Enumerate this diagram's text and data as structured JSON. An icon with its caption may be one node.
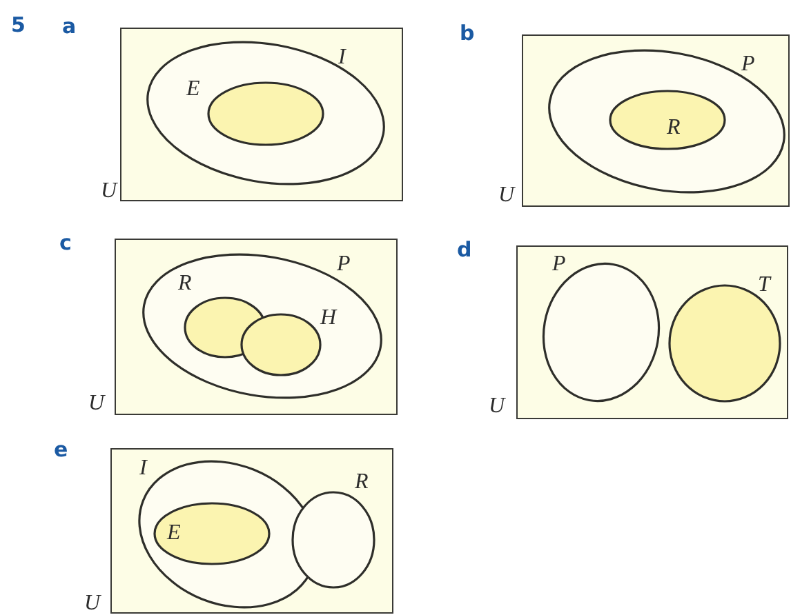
{
  "diagram": {
    "nodes": [
      {
        "text": [
          "U"
        ]
      },
      {
        "text": [
          "I"
        ],
        "in": 0
      },
      {
        "text": [
          "E"
        ],
        "in": 1
      },
      {
        "text": [
          "U"
        ]
      },
      {
        "text": [
          "P"
        ],
        "in": 3
      },
      {
        "text": [
          "R"
        ],
        "in": 4
      },
      {
        "text": [
          "U"
        ]
      },
      {
        "text": [
          "P"
        ],
        "in": 6
      },
      {
        "text": [
          "R"
        ],
        "in": 7
      },
      {
        "text": [
          "H"
        ],
        "in": 7
      },
      {
        "text": [
          "U"
        ]
      },
      {
        "text": [
          "P"
        ],
        "in": 10
      },
      {
        "text": [
          "T"
        ],
        "in": 10
      },
      {
        "text": [
          "U"
        ]
      },
      {
        "text": [
          "I"
        ],
        "in": 13
      },
      {
        "text": [
          "E"
        ],
        "in": 14
      },
      {
        "text": [
          "R"
        ],
        "in": 13
      }
    ],
    "labels": [
      "5",
      "a",
      "b",
      "c",
      "d",
      "e"
    ]
  }
}
